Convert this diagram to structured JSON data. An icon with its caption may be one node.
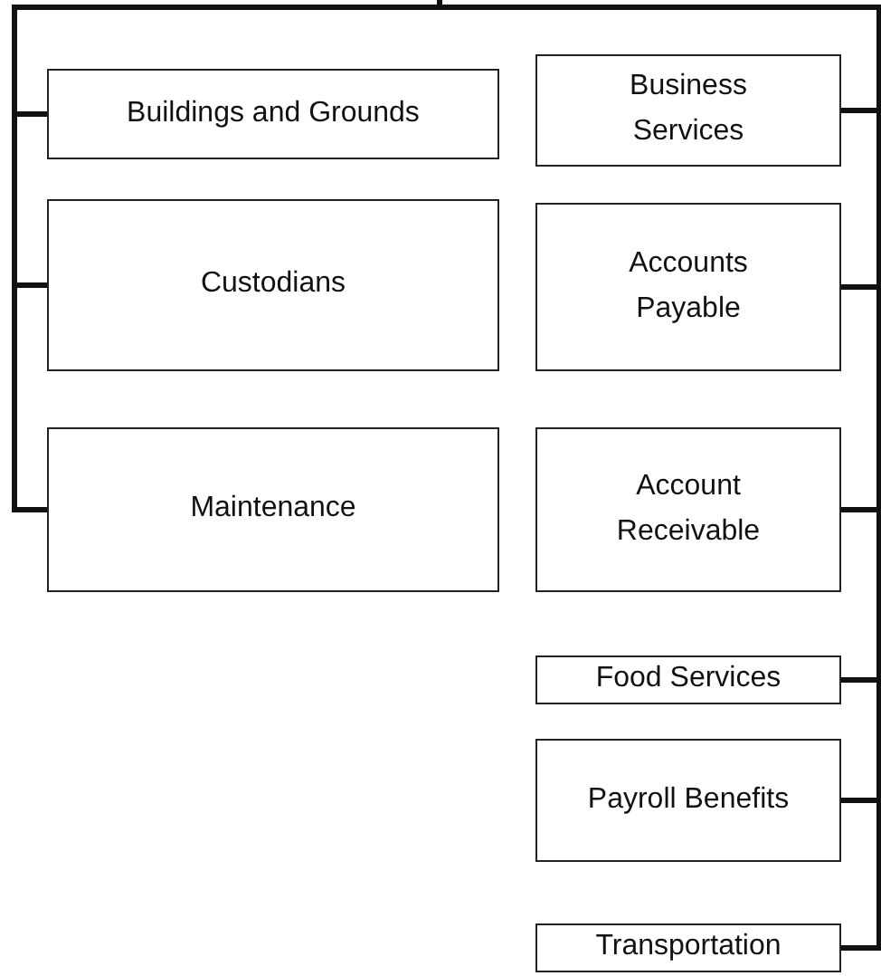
{
  "diagram": {
    "nodes": [
      {
        "text": [
          "Buildings and Grounds"
        ]
      },
      {
        "text": [
          "Custodians"
        ]
      },
      {
        "text": [
          "Maintenance"
        ]
      },
      {
        "text": [
          "Business Services"
        ]
      },
      {
        "text": [
          "Accounts Payable"
        ]
      },
      {
        "text": [
          "Account Receivable"
        ]
      },
      {
        "text": [
          "Food Services"
        ]
      },
      {
        "text": [
          "Payroll Benefits"
        ]
      },
      {
        "text": [
          "Transportation"
        ]
      }
    ],
    "edges": [
      {
        "from": null,
        "to": 0,
        "arrow": "none"
      },
      {
        "from": null,
        "to": 1,
        "arrow": "none"
      },
      {
        "from": null,
        "to": 2,
        "arrow": "none"
      },
      {
        "from": null,
        "to": 3,
        "arrow": "none"
      },
      {
        "from": null,
        "to": 4,
        "arrow": "none"
      },
      {
        "from": null,
        "to": 5,
        "arrow": "none"
      },
      {
        "from": null,
        "to": 6,
        "arrow": "none"
      },
      {
        "from": null,
        "to": 7,
        "arrow": "none"
      },
      {
        "from": null,
        "to": 8,
        "arrow": "none"
      }
    ]
  }
}
